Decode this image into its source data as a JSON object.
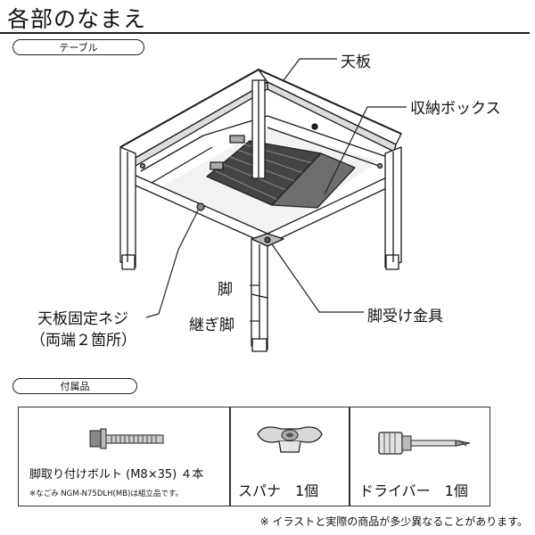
{
  "page": {
    "title": "各部のなまえ"
  },
  "sections": {
    "table": "テーブル",
    "accessories": "付属品"
  },
  "parts": {
    "tenban": "天板",
    "storage_box": "収納ボックス",
    "leg": "脚",
    "extension_leg": "継ぎ脚",
    "leg_bracket": "脚受け金具",
    "top_screw_line1": "天板固定ネジ",
    "top_screw_line2": "（両端２箇所）"
  },
  "accessories": [
    {
      "name": "脚取り付けボルト (M8×35) ４本",
      "note": "※なごみ NGM-N75DLH(MB)は組立品です。",
      "icon": "bolt-icon"
    },
    {
      "name": "スパナ　1個",
      "icon": "wing-wrench-icon"
    },
    {
      "name": "ドライバー　1個",
      "icon": "screwdriver-icon"
    }
  ],
  "footnote": "※ イラストと実際の商品が多少異なることがあります。"
}
